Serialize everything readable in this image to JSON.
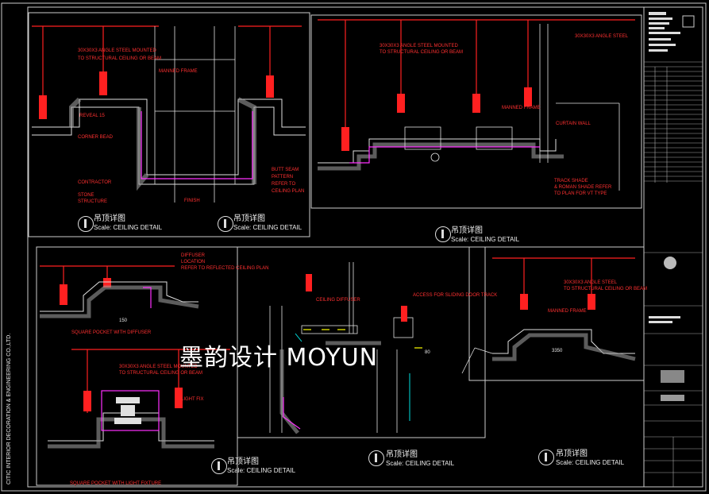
{
  "watermark": "墨韵设计 MOYUN",
  "sidebar_text": "CITIC INTERIOR DECORATION & ENGINEERING CO.,LTD.",
  "details": [
    {
      "title": "吊顶详图",
      "scale_label": "Scale:",
      "subtitle": "CEILING DETAIL"
    },
    {
      "title": "吊顶详图",
      "scale_label": "Scale:",
      "subtitle": "CEILING DETAIL"
    },
    {
      "title": "吊顶详图",
      "scale_label": "Scale:",
      "subtitle": "CEILING DETAIL"
    },
    {
      "title": "吊顶详图",
      "scale_label": "Scale:",
      "subtitle": "CEILING DETAIL"
    },
    {
      "title": "吊顶详图",
      "scale_label": "Scale:",
      "subtitle": "CEILING DETAIL"
    },
    {
      "title": "吊顶详图",
      "scale_label": "Scale:",
      "subtitle": "CEILING DETAIL"
    }
  ],
  "annotations": {
    "angle_steel_a": "30X30X3 ANGLE STEEL MOUNTED",
    "structural_a": "TO STRUCTURAL CEILING OR BEAM",
    "angle_steel_b": "30X30X3 ANGLE STEEL MOUNTED",
    "structural_b": "TO STRUCTURAL CEILING OR BEAM",
    "angle_steel_c": "30X30X3 ANGLE STEEL",
    "angle_steel_d": "30X30X3 ANGLE STEEL MOUNTED",
    "structural_d": "TO STRUCTURAL CEILING OR BEAM",
    "angle_steel_e": "30X30X3 ANGLE STEEL",
    "structural_e": "TO STRUCTURAL CEILING OR BEAM",
    "manned_frame": "MANNED FRAME",
    "reveal": "REVEAL 15",
    "corner_bead": "CORNER BEAD",
    "contractor": "CONTRACTOR",
    "stone": "STONE",
    "structure": "STRUCTURE",
    "butt_seam": "BUTT SEAM",
    "pattern": "PATTERN",
    "refer_to": "REFER TO",
    "ceiling_plan": "CEILING PLAN",
    "finish": "FINISH",
    "curtain_wall": "CURTAIN WALL",
    "track_shade": "TRACK SHADE",
    "roman_shade": "& ROMAN SHADE REFER",
    "plan_for_vt": "TO PLAN FOR VT TYPE",
    "diffuser": "DIFFUSER",
    "location": "LOCATION",
    "refer_reflected": "REFER TO REFLECTED CEILING PLAN",
    "ceiling_diffuser": "CEILING DIFFUSER",
    "access_door": "ACCESS FOR SLIDING DOOR TRACK",
    "square_pocket": "SQUARE POCKET WITH DIFFUSER",
    "light_fix": "LIGHT FIX",
    "square_light": "SQUARE POCKET WITH LIGHT FIXTURE",
    "dim_1": "150",
    "dim_2": "3350",
    "dim_3": "80"
  },
  "colors": {
    "line": "#e0e0e0",
    "red": "#ff2020",
    "magenta": "#ff30ff",
    "cyan": "#00e0e0",
    "yellow": "#ffff00",
    "hatch": "#9a9a9a"
  }
}
